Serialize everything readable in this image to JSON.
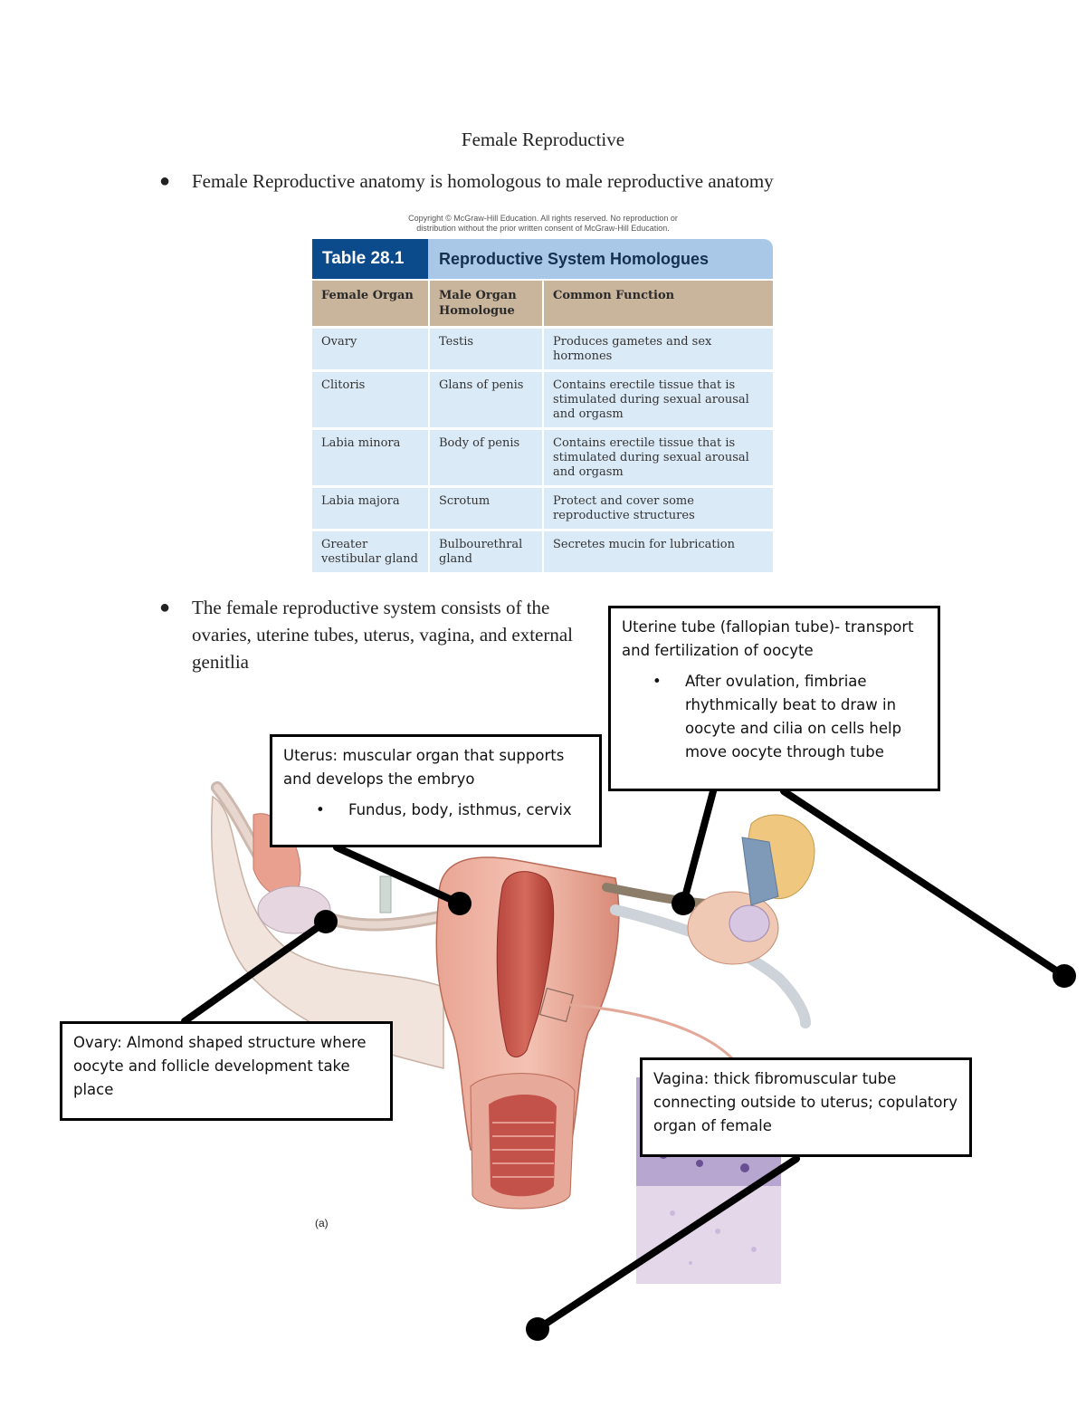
{
  "title": "Female Reproductive",
  "bullets": [
    "Female Reproductive anatomy is homologous to male reproductive anatomy",
    "The female reproductive system consists of the ovaries, uterine tubes, uterus, vagina, and external genitlia"
  ],
  "table": {
    "copyright_line1": "Copyright © McGraw-Hill Education. All rights reserved. No reproduction or",
    "copyright_line2": "distribution without the prior written consent of McGraw-Hill Education.",
    "number": "Table 28.1",
    "title": "Reproductive System Homologues",
    "headers": [
      "Female Organ",
      "Male Organ Homologue",
      "Common Function"
    ],
    "rows": [
      [
        "Ovary",
        "Testis",
        "Produces gametes and sex hormones"
      ],
      [
        "Clitoris",
        "Glans of penis",
        "Contains erectile tissue that is stimulated during sexual arousal and orgasm"
      ],
      [
        "Labia minora",
        "Body of penis",
        "Contains erectile tissue that is stimulated during sexual arousal and orgasm"
      ],
      [
        "Labia majora",
        "Scrotum",
        "Protect and cover some reproductive structures"
      ],
      [
        "Greater vestibular gland",
        "Bulbourethral gland",
        "Secretes mucin for lubrication"
      ]
    ]
  },
  "figure_label": "(a)",
  "callouts": {
    "uterus": {
      "text": "Uterus: muscular organ that supports and develops the embryo",
      "bullet": "Fundus, body, isthmus, cervix"
    },
    "tube": {
      "text": "Uterine tube (fallopian tube)- transport and fertilization of oocyte",
      "bullet": "After ovulation, fimbriae rhythmically beat to draw in oocyte and cilia on cells help move oocyte through tube"
    },
    "ovary": {
      "text": "Ovary: Almond shaped structure where oocyte and follicle development take place"
    },
    "vagina": {
      "text": "Vagina: thick fibromuscular tube connecting outside to uterus; copulatory organ of female"
    }
  }
}
